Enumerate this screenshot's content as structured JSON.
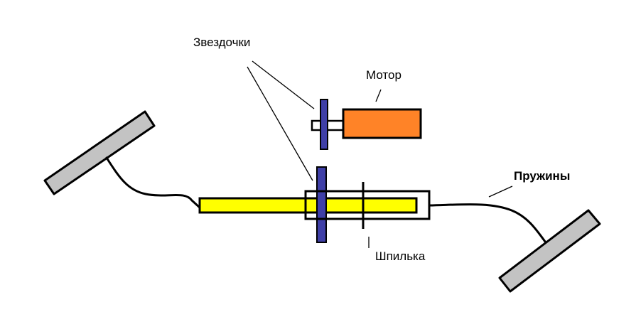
{
  "labels": {
    "sprockets": "Звездочки",
    "motor": "Мотор",
    "springs": "Пружины",
    "pin": "Шпилька"
  },
  "colors": {
    "background": "#ffffff",
    "motor": "#ff8327",
    "sprocket": "#3f3fa7",
    "rod": "#ffff00",
    "pedal": "#c3c3c3",
    "stroke": "#000000"
  }
}
